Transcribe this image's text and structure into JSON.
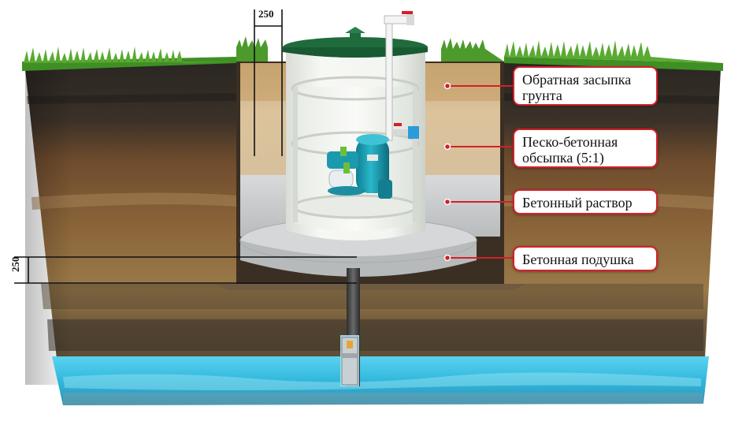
{
  "callouts": {
    "backfill": [
      "Обратная засыпка",
      "грунта"
    ],
    "sand_concrete": [
      "Песко-бетонная",
      "обсыпка (5:1)"
    ],
    "mortar": [
      "Бетонный раствор"
    ],
    "pad": [
      "Бетонная подушка"
    ]
  },
  "dimensions": {
    "top": "250",
    "side": "250"
  },
  "colors": {
    "callout_border": "#d3202a",
    "grass": "#3f8f25",
    "topsoil": "#2b2520",
    "clay": "#7a5532",
    "sand_backfill": "#d2b58a",
    "concrete": "#cfd2d3",
    "caisson_body": "#eef0ec",
    "lid": "#1f6b3c",
    "water": "#3cc4e8",
    "pump": "#1aa1b5"
  },
  "icons": [
    "dimension-bracket-icon",
    "leader-dot-icon"
  ]
}
